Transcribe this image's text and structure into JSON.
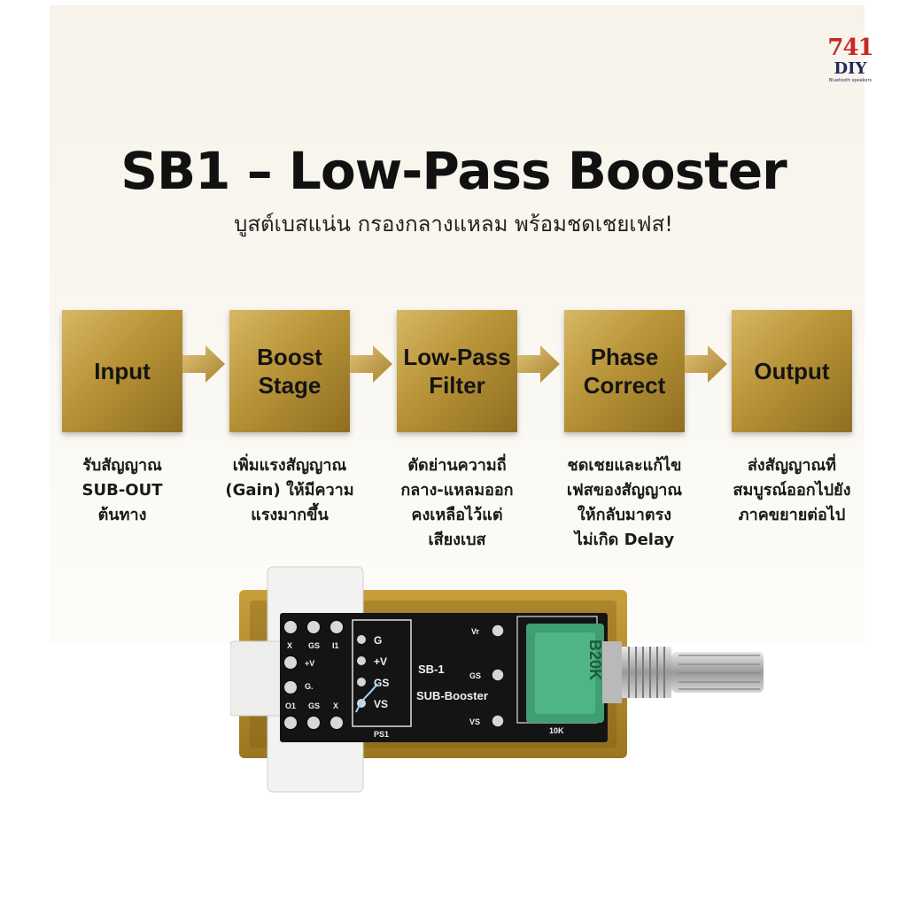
{
  "brand": {
    "number": "741",
    "name": "DIY",
    "tagline": "Bluetooth speakers"
  },
  "title": "SB1 – Low-Pass Booster",
  "subtitle": "บูสต์เบสแน่น กรองกลางแหลม พร้อมชดเชยเฟส!",
  "stages": [
    {
      "label": "Input",
      "description": "รับสัญญาณ\nSUB-OUT\nต้นทาง"
    },
    {
      "label": "Boost\nStage",
      "description": "เพิ่มแรงสัญญาณ\n(Gain) ให้มีความ\nแรงมากขึ้น"
    },
    {
      "label": "Low-Pass\nFilter",
      "description": "ตัดย่านความถี่\nกลาง-แหลมออก\nคงเหลือไว้แต่\nเสียงเบส"
    },
    {
      "label": "Phase\nCorrect",
      "description": "ชดเชยและแก้ไข\nเฟสของสัญญาณ\nให้กลับมาตรง\nไม่เกิด Delay"
    },
    {
      "label": "Output",
      "description": "ส่งสัญญาณที่\nสมบูรณ์ออกไปยัง\nภาคขยายต่อไป"
    }
  ],
  "board": {
    "pins_top": [
      "X",
      "GS",
      "I1"
    ],
    "pins_mid": [
      "+V",
      "G."
    ],
    "pins_bottom": [
      "O1",
      "GS",
      "X"
    ],
    "jumper_labels": [
      "G",
      "+V",
      "GS",
      "VS"
    ],
    "jumper_id": "PS1",
    "name": "SB-1",
    "subname": "SUB-Booster",
    "pot_pins": [
      "Vr",
      "GS",
      "VS"
    ],
    "pot_label": "10K",
    "pot_marking": "B20K"
  },
  "colors": {
    "gold": "#b89337",
    "gold_light": "#d8b865",
    "board": "#141414",
    "pot": "#3f9e72",
    "frame": "#b8902a"
  }
}
